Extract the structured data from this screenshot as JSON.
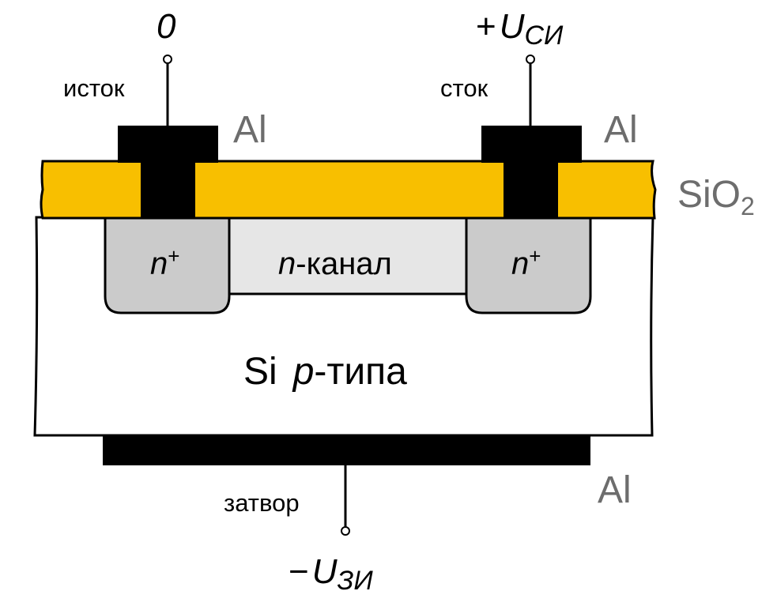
{
  "labels": {
    "source_voltage": "0",
    "drain_voltage_sign": "+",
    "drain_voltage_symbol": "U",
    "drain_voltage_sub": "СИ",
    "source": "исток",
    "drain": "сток",
    "al_source": "Al",
    "al_drain": "Al",
    "al_gate": "Al",
    "oxide": "SiO",
    "oxide_sub": "2",
    "n_plus_left": "n",
    "n_plus_left_sup": "+",
    "n_plus_right": "n",
    "n_plus_right_sup": "+",
    "channel_n": "n",
    "channel_rest": "-канал",
    "substrate_si": "Si",
    "substrate_p": "p",
    "substrate_rest": "-типа",
    "gate": "затвор",
    "gate_voltage_sign": "−",
    "gate_voltage_symbol": "U",
    "gate_voltage_sub": "ЗИ"
  },
  "colors": {
    "oxide": "#f8bf00",
    "n_plus": "#cbcbcb",
    "channel": "#e6e6e6",
    "metal": "#000000",
    "al_text": "#6d6d6d"
  }
}
